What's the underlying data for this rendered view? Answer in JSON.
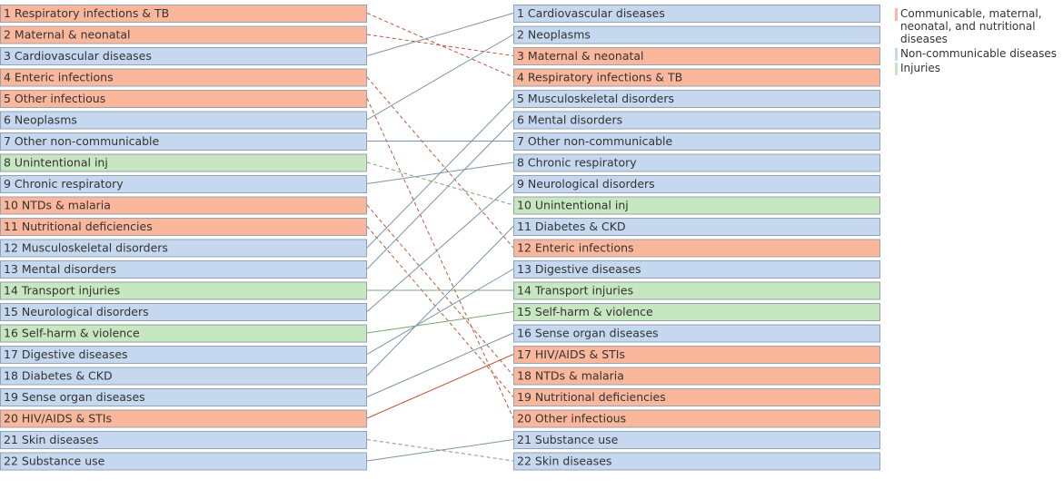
{
  "chart_data": {
    "type": "slopegraph",
    "left_column": [
      {
        "rank": 1,
        "label": "1 Respiratory infections & TB",
        "group": "Communicable, maternal, neonatal, and nutritional diseases"
      },
      {
        "rank": 2,
        "label": "2 Maternal & neonatal",
        "group": "Communicable, maternal, neonatal, and nutritional diseases"
      },
      {
        "rank": 3,
        "label": "3 Cardiovascular diseases",
        "group": "Non-communicable diseases"
      },
      {
        "rank": 4,
        "label": "4 Enteric infections",
        "group": "Communicable, maternal, neonatal, and nutritional diseases"
      },
      {
        "rank": 5,
        "label": "5 Other infectious",
        "group": "Communicable, maternal, neonatal, and nutritional diseases"
      },
      {
        "rank": 6,
        "label": "6 Neoplasms",
        "group": "Non-communicable diseases"
      },
      {
        "rank": 7,
        "label": "7 Other non-communicable",
        "group": "Non-communicable diseases"
      },
      {
        "rank": 8,
        "label": "8 Unintentional inj",
        "group": "Injuries"
      },
      {
        "rank": 9,
        "label": "9 Chronic respiratory",
        "group": "Non-communicable diseases"
      },
      {
        "rank": 10,
        "label": "10 NTDs & malaria",
        "group": "Communicable, maternal, neonatal, and nutritional diseases"
      },
      {
        "rank": 11,
        "label": "11 Nutritional deficiencies",
        "group": "Communicable, maternal, neonatal, and nutritional diseases"
      },
      {
        "rank": 12,
        "label": "12 Musculoskeletal disorders",
        "group": "Non-communicable diseases"
      },
      {
        "rank": 13,
        "label": "13 Mental disorders",
        "group": "Non-communicable diseases"
      },
      {
        "rank": 14,
        "label": "14 Transport injuries",
        "group": "Injuries"
      },
      {
        "rank": 15,
        "label": "15 Neurological disorders",
        "group": "Non-communicable diseases"
      },
      {
        "rank": 16,
        "label": "16 Self-harm & violence",
        "group": "Injuries"
      },
      {
        "rank": 17,
        "label": "17 Digestive diseases",
        "group": "Non-communicable diseases"
      },
      {
        "rank": 18,
        "label": "18 Diabetes & CKD",
        "group": "Non-communicable diseases"
      },
      {
        "rank": 19,
        "label": "19 Sense organ diseases",
        "group": "Non-communicable diseases"
      },
      {
        "rank": 20,
        "label": "20 HIV/AIDS & STIs",
        "group": "Communicable, maternal, neonatal, and nutritional diseases"
      },
      {
        "rank": 21,
        "label": "21 Skin diseases",
        "group": "Non-communicable diseases"
      },
      {
        "rank": 22,
        "label": "22 Substance use",
        "group": "Non-communicable diseases"
      }
    ],
    "right_column": [
      {
        "rank": 1,
        "label": "1 Cardiovascular diseases",
        "group": "Non-communicable diseases"
      },
      {
        "rank": 2,
        "label": "2 Neoplasms",
        "group": "Non-communicable diseases"
      },
      {
        "rank": 3,
        "label": "3 Maternal & neonatal",
        "group": "Communicable, maternal, neonatal, and nutritional diseases"
      },
      {
        "rank": 4,
        "label": "4 Respiratory infections & TB",
        "group": "Communicable, maternal, neonatal, and nutritional diseases"
      },
      {
        "rank": 5,
        "label": "5 Musculoskeletal disorders",
        "group": "Non-communicable diseases"
      },
      {
        "rank": 6,
        "label": "6 Mental disorders",
        "group": "Non-communicable diseases"
      },
      {
        "rank": 7,
        "label": "7 Other non-communicable",
        "group": "Non-communicable diseases"
      },
      {
        "rank": 8,
        "label": "8 Chronic respiratory",
        "group": "Non-communicable diseases"
      },
      {
        "rank": 9,
        "label": "9 Neurological disorders",
        "group": "Non-communicable diseases"
      },
      {
        "rank": 10,
        "label": "10 Unintentional inj",
        "group": "Injuries"
      },
      {
        "rank": 11,
        "label": "11 Diabetes & CKD",
        "group": "Non-communicable diseases"
      },
      {
        "rank": 12,
        "label": "12 Enteric infections",
        "group": "Communicable, maternal, neonatal, and nutritional diseases"
      },
      {
        "rank": 13,
        "label": "13 Digestive diseases",
        "group": "Non-communicable diseases"
      },
      {
        "rank": 14,
        "label": "14 Transport injuries",
        "group": "Injuries"
      },
      {
        "rank": 15,
        "label": "15 Self-harm & violence",
        "group": "Injuries"
      },
      {
        "rank": 16,
        "label": "16 Sense organ diseases",
        "group": "Non-communicable diseases"
      },
      {
        "rank": 17,
        "label": "17 HIV/AIDS & STIs",
        "group": "Communicable, maternal, neonatal, and nutritional diseases"
      },
      {
        "rank": 18,
        "label": "18 NTDs & malaria",
        "group": "Communicable, maternal, neonatal, and nutritional diseases"
      },
      {
        "rank": 19,
        "label": "19 Nutritional deficiencies",
        "group": "Communicable, maternal, neonatal, and nutritional diseases"
      },
      {
        "rank": 20,
        "label": "20 Other infectious",
        "group": "Communicable, maternal, neonatal, and nutritional diseases"
      },
      {
        "rank": 21,
        "label": "21 Substance use",
        "group": "Non-communicable diseases"
      },
      {
        "rank": 22,
        "label": "22 Skin diseases",
        "group": "Non-communicable diseases"
      }
    ],
    "connections": [
      {
        "cause": "Respiratory infections & TB",
        "from_rank": 1,
        "to_rank": 4,
        "style": "dashed"
      },
      {
        "cause": "Maternal & neonatal",
        "from_rank": 2,
        "to_rank": 3,
        "style": "dashed"
      },
      {
        "cause": "Cardiovascular diseases",
        "from_rank": 3,
        "to_rank": 1,
        "style": "solid"
      },
      {
        "cause": "Enteric infections",
        "from_rank": 4,
        "to_rank": 12,
        "style": "dashed"
      },
      {
        "cause": "Other infectious",
        "from_rank": 5,
        "to_rank": 20,
        "style": "dashed"
      },
      {
        "cause": "Neoplasms",
        "from_rank": 6,
        "to_rank": 2,
        "style": "solid"
      },
      {
        "cause": "Other non-communicable",
        "from_rank": 7,
        "to_rank": 7,
        "style": "solid"
      },
      {
        "cause": "Unintentional inj",
        "from_rank": 8,
        "to_rank": 10,
        "style": "dashed"
      },
      {
        "cause": "Chronic respiratory",
        "from_rank": 9,
        "to_rank": 8,
        "style": "solid"
      },
      {
        "cause": "NTDs & malaria",
        "from_rank": 10,
        "to_rank": 18,
        "style": "dashed"
      },
      {
        "cause": "Nutritional deficiencies",
        "from_rank": 11,
        "to_rank": 19,
        "style": "dashed"
      },
      {
        "cause": "Musculoskeletal disorders",
        "from_rank": 12,
        "to_rank": 5,
        "style": "solid"
      },
      {
        "cause": "Mental disorders",
        "from_rank": 13,
        "to_rank": 6,
        "style": "solid"
      },
      {
        "cause": "Transport injuries",
        "from_rank": 14,
        "to_rank": 14,
        "style": "solid"
      },
      {
        "cause": "Neurological disorders",
        "from_rank": 15,
        "to_rank": 9,
        "style": "solid"
      },
      {
        "cause": "Self-harm & violence",
        "from_rank": 16,
        "to_rank": 15,
        "style": "solid"
      },
      {
        "cause": "Digestive diseases",
        "from_rank": 17,
        "to_rank": 13,
        "style": "solid"
      },
      {
        "cause": "Diabetes & CKD",
        "from_rank": 18,
        "to_rank": 11,
        "style": "solid"
      },
      {
        "cause": "Sense organ diseases",
        "from_rank": 19,
        "to_rank": 16,
        "style": "solid"
      },
      {
        "cause": "HIV/AIDS & STIs",
        "from_rank": 20,
        "to_rank": 17,
        "style": "solid"
      },
      {
        "cause": "Skin diseases",
        "from_rank": 21,
        "to_rank": 22,
        "style": "dashed"
      },
      {
        "cause": "Substance use",
        "from_rank": 22,
        "to_rank": 21,
        "style": "solid"
      }
    ],
    "legend": [
      {
        "label": "Communicable, maternal, neonatal, and nutritional diseases",
        "color": "#fbb79c"
      },
      {
        "label": "Non-communicable diseases",
        "color": "#c5d8ef"
      },
      {
        "label": "Injuries",
        "color": "#c6e7bf"
      }
    ],
    "group_colors": {
      "Communicable, maternal, neonatal, and nutritional diseases": {
        "fill": "#fbb79c",
        "line": "#c0573a"
      },
      "Non-communicable diseases": {
        "fill": "#c5d8ef",
        "line": "#7b93ad"
      },
      "Injuries": {
        "fill": "#c6e7bf",
        "line": "#7aa86f"
      }
    },
    "box_stroke": "#93a3b2",
    "legend_placement": "top-right"
  }
}
